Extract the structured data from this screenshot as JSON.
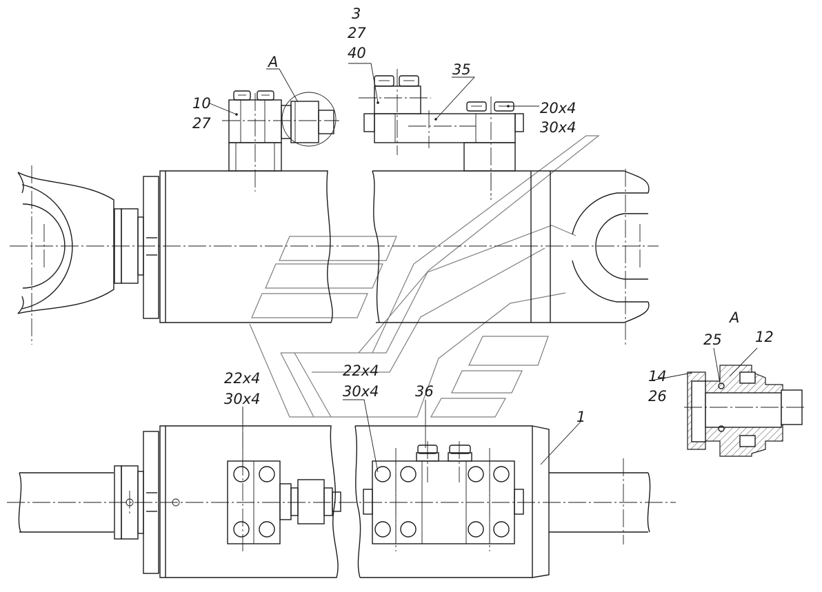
{
  "labels": {
    "part_3": "3",
    "part_27_top": "27",
    "part_40": "40",
    "view_A_marker": "A",
    "part_35": "35",
    "part_10": "10",
    "part_27_left": "27",
    "bolts_20x4": "20x4",
    "bolts_30x4_top": "30x4",
    "bolts_22x4_left": "22x4",
    "bolts_30x4_left": "30x4",
    "bolts_22x4_mid": "22x4",
    "bolts_30x4_mid": "30x4",
    "part_36": "36",
    "part_1": "1",
    "detail_A_title": "A",
    "part_25": "25",
    "part_12": "12",
    "part_14": "14",
    "part_26": "26"
  },
  "colors": {
    "ink": "#1a1a1a",
    "watermark": "#7d7d7d",
    "background": "#ffffff"
  }
}
